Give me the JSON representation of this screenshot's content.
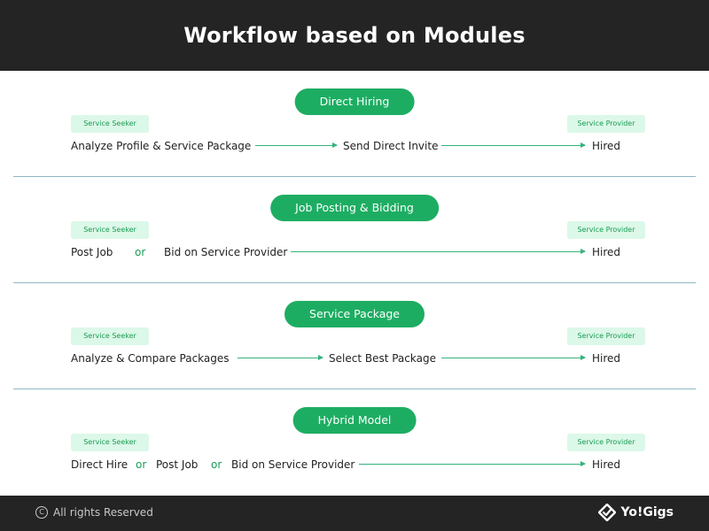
{
  "title": "Workflow based on Modules",
  "labels": {
    "seeker": "Service Seeker",
    "provider": "Service Provider"
  },
  "modules": [
    {
      "name": "Direct Hiring",
      "steps": [
        "Analyze Profile & Service Package",
        "Send Direct Invite",
        "Hired"
      ]
    },
    {
      "name": "Job Posting & Bidding",
      "steps": [
        "Post Job",
        "or",
        "Bid on Service Provider",
        "Hired"
      ]
    },
    {
      "name": "Service Package",
      "steps": [
        "Analyze & Compare Packages",
        "Select Best Package",
        "Hired"
      ]
    },
    {
      "name": "Hybrid Model",
      "steps": [
        "Direct Hire",
        "or",
        "Post Job",
        "or",
        "Bid on Service Provider",
        "Hired"
      ]
    }
  ],
  "footer": {
    "copyright": "All rights Reserved",
    "brand": "Yo!Gigs"
  },
  "colors": {
    "accent": "#1dad62",
    "header_bg": "#242424",
    "tag_bg": "#dcf8e8",
    "divider": "#8fb8c4"
  }
}
